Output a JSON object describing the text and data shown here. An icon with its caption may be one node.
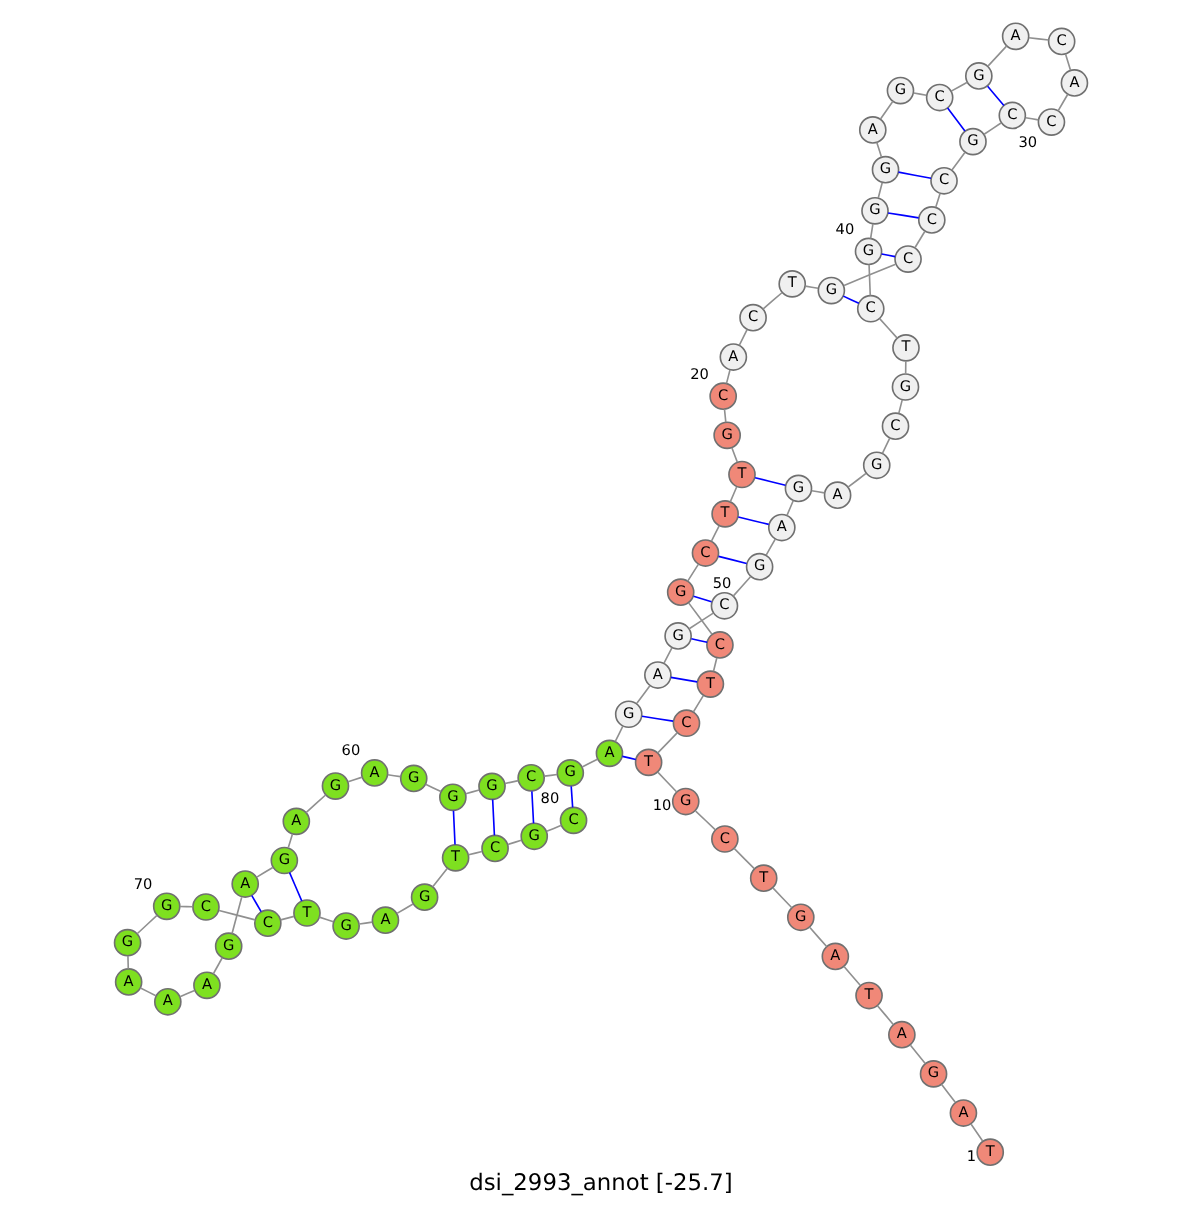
{
  "diagram": {
    "caption": "dsi_2993_annot [-25.7]",
    "nodes": [
      {
        "text": [
          "T"
        ],
        "beside": [
          "1"
        ]
      },
      {
        "text": [
          "A"
        ]
      },
      {
        "text": [
          "G"
        ]
      },
      {
        "text": [
          "A"
        ]
      },
      {
        "text": [
          "T"
        ]
      },
      {
        "text": [
          "A"
        ]
      },
      {
        "text": [
          "G"
        ]
      },
      {
        "text": [
          "T"
        ]
      },
      {
        "text": [
          "C"
        ]
      },
      {
        "text": [
          "G"
        ],
        "beside": [
          "10"
        ]
      },
      {
        "text": [
          "T"
        ]
      },
      {
        "text": [
          "C"
        ]
      },
      {
        "text": [
          "T"
        ]
      },
      {
        "text": [
          "C"
        ]
      },
      {
        "text": [
          "G"
        ]
      },
      {
        "text": [
          "C"
        ]
      },
      {
        "text": [
          "T"
        ]
      },
      {
        "text": [
          "T"
        ]
      },
      {
        "text": [
          "G"
        ]
      },
      {
        "text": [
          "C"
        ],
        "beside": [
          "20"
        ]
      },
      {
        "text": [
          "A"
        ]
      },
      {
        "text": [
          "C"
        ]
      },
      {
        "text": [
          "T"
        ]
      },
      {
        "text": [
          "G"
        ]
      },
      {
        "text": [
          "C"
        ]
      },
      {
        "text": [
          "C"
        ]
      },
      {
        "text": [
          "C"
        ]
      },
      {
        "text": [
          "G"
        ]
      },
      {
        "text": [
          "C"
        ]
      },
      {
        "text": [
          "C"
        ],
        "beside": [
          "30"
        ]
      },
      {
        "text": [
          "A"
        ]
      },
      {
        "text": [
          "C"
        ]
      },
      {
        "text": [
          "A"
        ]
      },
      {
        "text": [
          "G"
        ]
      },
      {
        "text": [
          "C"
        ]
      },
      {
        "text": [
          "G"
        ]
      },
      {
        "text": [
          "A"
        ]
      },
      {
        "text": [
          "G"
        ]
      },
      {
        "text": [
          "G"
        ]
      },
      {
        "text": [
          "G"
        ],
        "beside": [
          "40"
        ]
      },
      {
        "text": [
          "C"
        ]
      },
      {
        "text": [
          "T"
        ]
      },
      {
        "text": [
          "G"
        ]
      },
      {
        "text": [
          "C"
        ]
      },
      {
        "text": [
          "G"
        ]
      },
      {
        "text": [
          "A"
        ]
      },
      {
        "text": [
          "G"
        ]
      },
      {
        "text": [
          "A"
        ]
      },
      {
        "text": [
          "G"
        ]
      },
      {
        "text": [
          "C"
        ],
        "beside": [
          "50"
        ]
      },
      {
        "text": [
          "G"
        ]
      },
      {
        "text": [
          "A"
        ]
      },
      {
        "text": [
          "G"
        ]
      },
      {
        "text": [
          "A"
        ]
      },
      {
        "text": [
          "G"
        ]
      },
      {
        "text": [
          "C"
        ]
      },
      {
        "text": [
          "G"
        ]
      },
      {
        "text": [
          "G"
        ]
      },
      {
        "text": [
          "G"
        ]
      },
      {
        "text": [
          "A"
        ],
        "beside": [
          "60"
        ]
      },
      {
        "text": [
          "G"
        ]
      },
      {
        "text": [
          "A"
        ]
      },
      {
        "text": [
          "G"
        ]
      },
      {
        "text": [
          "A"
        ]
      },
      {
        "text": [
          "G"
        ]
      },
      {
        "text": [
          "A"
        ]
      },
      {
        "text": [
          "A"
        ]
      },
      {
        "text": [
          "A"
        ]
      },
      {
        "text": [
          "G"
        ]
      },
      {
        "text": [
          "G"
        ],
        "beside": [
          "70"
        ]
      },
      {
        "text": [
          "C"
        ]
      },
      {
        "text": [
          "C"
        ]
      },
      {
        "text": [
          "T"
        ]
      },
      {
        "text": [
          "G"
        ]
      },
      {
        "text": [
          "A"
        ]
      },
      {
        "text": [
          "G"
        ]
      },
      {
        "text": [
          "T"
        ]
      },
      {
        "text": [
          "C"
        ]
      },
      {
        "text": [
          "G"
        ]
      },
      {
        "text": [
          "C"
        ],
        "beside": [
          "80"
        ]
      }
    ],
    "edges": [
      {
        "from": 0,
        "to": 1,
        "arrow": "none"
      },
      {
        "from": 1,
        "to": 2,
        "arrow": "none"
      },
      {
        "from": 2,
        "to": 3,
        "arrow": "none"
      },
      {
        "from": 3,
        "to": 4,
        "arrow": "none"
      },
      {
        "from": 4,
        "to": 5,
        "arrow": "none"
      },
      {
        "from": 5,
        "to": 6,
        "arrow": "none"
      },
      {
        "from": 6,
        "to": 7,
        "arrow": "none"
      },
      {
        "from": 7,
        "to": 8,
        "arrow": "none"
      },
      {
        "from": 8,
        "to": 9,
        "arrow": "none"
      },
      {
        "from": 9,
        "to": 10,
        "arrow": "none"
      },
      {
        "from": 10,
        "to": 11,
        "arrow": "none"
      },
      {
        "from": 11,
        "to": 12,
        "arrow": "none"
      },
      {
        "from": 12,
        "to": 13,
        "arrow": "none"
      },
      {
        "from": 13,
        "to": 14,
        "arrow": "none"
      },
      {
        "from": 14,
        "to": 15,
        "arrow": "none"
      },
      {
        "from": 15,
        "to": 16,
        "arrow": "none"
      },
      {
        "from": 16,
        "to": 17,
        "arrow": "none"
      },
      {
        "from": 17,
        "to": 18,
        "arrow": "none"
      },
      {
        "from": 18,
        "to": 19,
        "arrow": "none"
      },
      {
        "from": 19,
        "to": 20,
        "arrow": "none"
      },
      {
        "from": 20,
        "to": 21,
        "arrow": "none"
      },
      {
        "from": 21,
        "to": 22,
        "arrow": "none"
      },
      {
        "from": 22,
        "to": 23,
        "arrow": "none"
      },
      {
        "from": 23,
        "to": 24,
        "arrow": "none"
      },
      {
        "from": 24,
        "to": 25,
        "arrow": "none"
      },
      {
        "from": 25,
        "to": 26,
        "arrow": "none"
      },
      {
        "from": 26,
        "to": 27,
        "arrow": "none"
      },
      {
        "from": 27,
        "to": 28,
        "arrow": "none"
      },
      {
        "from": 28,
        "to": 29,
        "arrow": "none"
      },
      {
        "from": 29,
        "to": 30,
        "arrow": "none"
      },
      {
        "from": 30,
        "to": 31,
        "arrow": "none"
      },
      {
        "from": 31,
        "to": 32,
        "arrow": "none"
      },
      {
        "from": 32,
        "to": 33,
        "arrow": "none"
      },
      {
        "from": 33,
        "to": 34,
        "arrow": "none"
      },
      {
        "from": 34,
        "to": 35,
        "arrow": "none"
      },
      {
        "from": 35,
        "to": 36,
        "arrow": "none"
      },
      {
        "from": 36,
        "to": 37,
        "arrow": "none"
      },
      {
        "from": 37,
        "to": 38,
        "arrow": "none"
      },
      {
        "from": 38,
        "to": 39,
        "arrow": "none"
      },
      {
        "from": 39,
        "to": 40,
        "arrow": "none"
      },
      {
        "from": 40,
        "to": 41,
        "arrow": "none"
      },
      {
        "from": 41,
        "to": 42,
        "arrow": "none"
      },
      {
        "from": 42,
        "to": 43,
        "arrow": "none"
      },
      {
        "from": 43,
        "to": 44,
        "arrow": "none"
      },
      {
        "from": 44,
        "to": 45,
        "arrow": "none"
      },
      {
        "from": 45,
        "to": 46,
        "arrow": "none"
      },
      {
        "from": 46,
        "to": 47,
        "arrow": "none"
      },
      {
        "from": 47,
        "to": 48,
        "arrow": "none"
      },
      {
        "from": 48,
        "to": 49,
        "arrow": "none"
      },
      {
        "from": 49,
        "to": 50,
        "arrow": "none"
      },
      {
        "from": 50,
        "to": 51,
        "arrow": "none"
      },
      {
        "from": 51,
        "to": 52,
        "arrow": "none"
      },
      {
        "from": 52,
        "to": 53,
        "arrow": "none"
      },
      {
        "from": 53,
        "to": 54,
        "arrow": "none"
      },
      {
        "from": 54,
        "to": 55,
        "arrow": "none"
      },
      {
        "from": 55,
        "to": 56,
        "arrow": "none"
      },
      {
        "from": 56,
        "to": 57,
        "arrow": "none"
      },
      {
        "from": 57,
        "to": 58,
        "arrow": "none"
      },
      {
        "from": 58,
        "to": 59,
        "arrow": "none"
      },
      {
        "from": 59,
        "to": 60,
        "arrow": "none"
      },
      {
        "from": 60,
        "to": 61,
        "arrow": "none"
      },
      {
        "from": 61,
        "to": 62,
        "arrow": "none"
      },
      {
        "from": 62,
        "to": 63,
        "arrow": "none"
      },
      {
        "from": 63,
        "to": 64,
        "arrow": "none"
      },
      {
        "from": 64,
        "to": 65,
        "arrow": "none"
      },
      {
        "from": 65,
        "to": 66,
        "arrow": "none"
      },
      {
        "from": 66,
        "to": 67,
        "arrow": "none"
      },
      {
        "from": 67,
        "to": 68,
        "arrow": "none"
      },
      {
        "from": 68,
        "to": 69,
        "arrow": "none"
      },
      {
        "from": 69,
        "to": 70,
        "arrow": "none"
      },
      {
        "from": 70,
        "to": 71,
        "arrow": "none"
      },
      {
        "from": 71,
        "to": 72,
        "arrow": "none"
      },
      {
        "from": 72,
        "to": 73,
        "arrow": "none"
      },
      {
        "from": 73,
        "to": 74,
        "arrow": "none"
      },
      {
        "from": 74,
        "to": 75,
        "arrow": "none"
      },
      {
        "from": 75,
        "to": 76,
        "arrow": "none"
      },
      {
        "from": 76,
        "to": 77,
        "arrow": "none"
      },
      {
        "from": 77,
        "to": 78,
        "arrow": "none"
      },
      {
        "from": 78,
        "to": 79,
        "arrow": "none"
      },
      {
        "from": 28,
        "to": 33,
        "arrow": "none",
        "color": "#0000ff"
      },
      {
        "from": 27,
        "to": 34,
        "arrow": "none",
        "color": "#0000ff"
      },
      {
        "from": 26,
        "to": 37,
        "arrow": "none",
        "color": "#0000ff"
      },
      {
        "from": 25,
        "to": 38,
        "arrow": "none",
        "color": "#0000ff"
      },
      {
        "from": 24,
        "to": 39,
        "arrow": "none",
        "color": "#0000ff"
      },
      {
        "from": 23,
        "to": 40,
        "arrow": "none",
        "color": "#0000ff"
      },
      {
        "from": 17,
        "to": 46,
        "arrow": "none",
        "color": "#0000ff"
      },
      {
        "from": 16,
        "to": 47,
        "arrow": "none",
        "color": "#0000ff"
      },
      {
        "from": 15,
        "to": 48,
        "arrow": "none",
        "color": "#0000ff"
      },
      {
        "from": 14,
        "to": 49,
        "arrow": "none",
        "color": "#0000ff"
      },
      {
        "from": 13,
        "to": 50,
        "arrow": "none",
        "color": "#0000ff"
      },
      {
        "from": 12,
        "to": 51,
        "arrow": "none",
        "color": "#0000ff"
      },
      {
        "from": 11,
        "to": 52,
        "arrow": "none",
        "color": "#0000ff"
      },
      {
        "from": 10,
        "to": 53,
        "arrow": "none",
        "color": "#0000ff"
      },
      {
        "from": 54,
        "to": 79,
        "arrow": "none",
        "color": "#0000ff"
      },
      {
        "from": 55,
        "to": 78,
        "arrow": "none",
        "color": "#0000ff"
      },
      {
        "from": 56,
        "to": 77,
        "arrow": "none",
        "color": "#0000ff"
      },
      {
        "from": 57,
        "to": 76,
        "arrow": "none",
        "color": "#0000ff"
      },
      {
        "from": 62,
        "to": 72,
        "arrow": "none",
        "color": "#0000ff"
      },
      {
        "from": 63,
        "to": 71,
        "arrow": "none",
        "color": "#0000ff"
      }
    ]
  }
}
